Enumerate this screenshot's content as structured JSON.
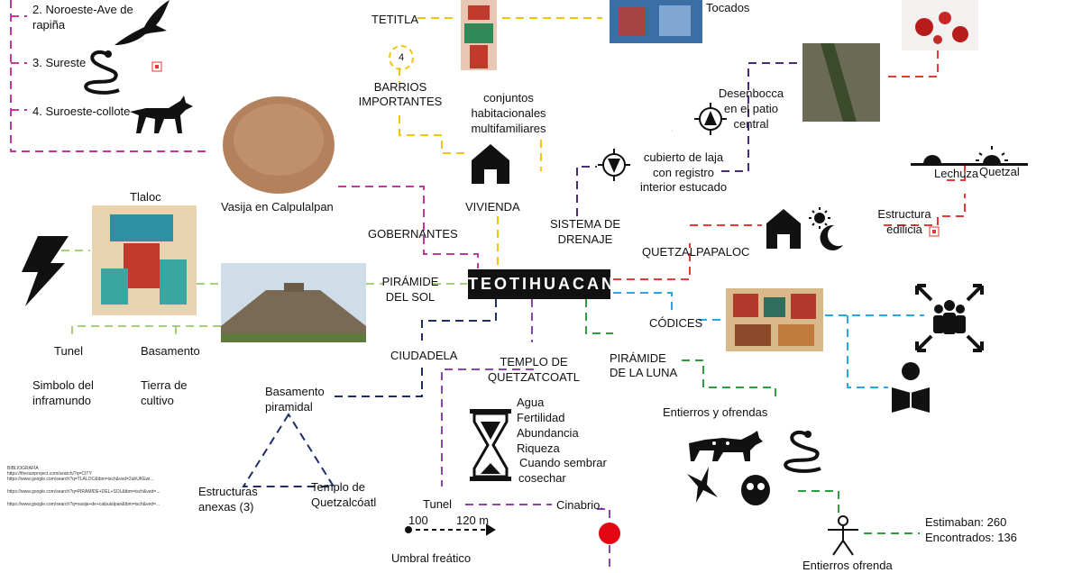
{
  "title": "TEOTIHUACAN",
  "top_left": {
    "item2": "2. Noroeste-Ave de",
    "item2b": "rapiña",
    "item3": "3. Sureste",
    "item4": "4. Suroeste-collote"
  },
  "barrios": {
    "tetitla": "TETITLA",
    "number": "4",
    "label1": "BARRIOS",
    "label2": "IMPORTANTES",
    "tocados": "Tocados"
  },
  "vivienda": {
    "conj1": "conjuntos",
    "conj2": "habitacionales",
    "conj3": "multifamiliares",
    "label": "VIVIENDA"
  },
  "vasija": "Vasija en Calpulalpan",
  "gobernantes": "GOBERNANTES",
  "tlaloc": "Tlaloc",
  "piramide_sol": {
    "line1": "PIRÁMIDE",
    "line2": "DEL SOL"
  },
  "tunel_left": "Tunel",
  "basamento_left": "Basamento",
  "simbolo": {
    "line1": "Simbolo del",
    "line2": "inframundo"
  },
  "tierra": {
    "line1": "Tierra de",
    "line2": "cultivo"
  },
  "ciudadela": "CIUDADELA",
  "basamento_piramidal": {
    "line1": "Basamento",
    "line2": "piramidal"
  },
  "estructuras": {
    "line1": "Estructuras",
    "line2": "anexas (3)"
  },
  "templo_q": {
    "line1": "Templo de",
    "line2": "Quetzalcóatl"
  },
  "templo": {
    "line1": "TEMPLO DE",
    "line2": "QUETZATCOATL"
  },
  "agua_list": [
    "Agua",
    "Fertilidad",
    "Abundancia",
    "Riqueza",
    "Cuando sembrar",
    "cosechar"
  ],
  "tunel_bottom": "Tunel",
  "cinabrio": "Cinabrio.",
  "scale": {
    "a": "100",
    "b": "120 m"
  },
  "umbral": "Umbral freático",
  "drenaje": {
    "label1": "SISTEMA DE",
    "label2": "DRENAJE",
    "cub1": "cubierto de laja",
    "cub2": "con registro",
    "cub3": "interior estucado",
    "des1": "Desenbocca",
    "des2": "en el patio",
    "des3": "central"
  },
  "quetzalpapaloc": "QUETZALPAPALOC",
  "estructura": {
    "line1": "Estructura",
    "line2": "edilicia"
  },
  "lechuza": "Lechuza",
  "quetzal": "Quetzal",
  "codices": "CÓDICES",
  "piramide_luna": {
    "line1": "PIRÁMIDE",
    "line2": "DE LA LUNA"
  },
  "entierros": "Entierros y ofrendas",
  "entierros_bottom": "Entierros ofrenda",
  "estimaban": "Estimaban: 260",
  "encontrados": "Encontrados: 136",
  "biblio": [
    "BIBLIOGRAFÍA",
    "https://theounproject.com/search/?q=CITY",
    "https://www.google.com/search?q=TLALOC&tbm=isch&ved=2ahUKEwi...",
    "https://www.google.com/search?q=PIRAMIDE+DEL+SOL&tbm=isch&ved=...",
    "https://www.google.com/search?q=vasija+de+calpulalpan&tbm=isch&ved=..."
  ]
}
